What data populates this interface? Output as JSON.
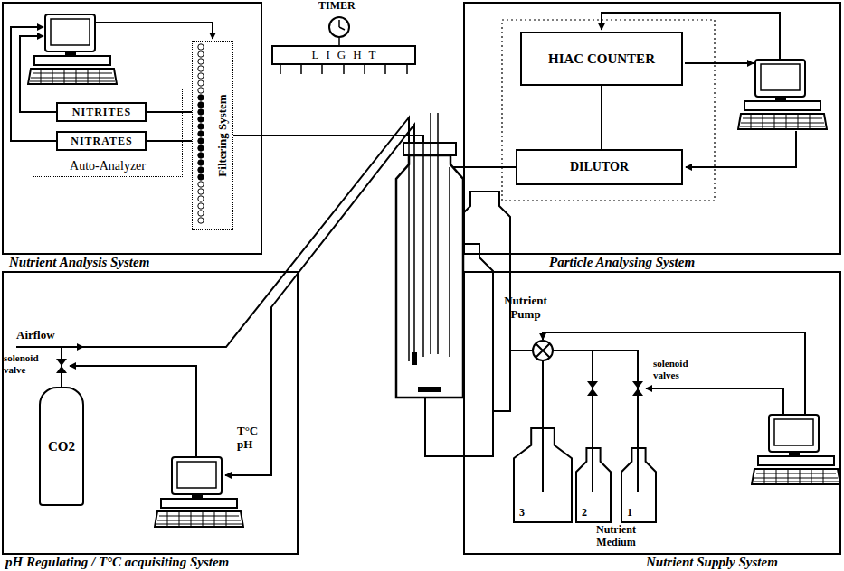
{
  "diagram": {
    "nodes": [
      {
        "text": [
          "Nutrient Analysis System"
        ]
      },
      {
        "text": [
          "Auto-Analyzer"
        ],
        "in": 0
      },
      {
        "text": [
          "NITRITES"
        ],
        "in": 1
      },
      {
        "text": [
          "NITRATES"
        ],
        "in": 1
      },
      {
        "text": [
          "Filtering System"
        ],
        "in": 0
      },
      {
        "text": [
          "LIGHT"
        ]
      },
      {
        "text": [
          "Particle Analysing System"
        ]
      },
      {
        "text": [
          "HIAC COUNTER"
        ],
        "in": 6
      },
      {
        "text": [
          "DILUTOR"
        ],
        "in": 6
      },
      {
        "text": [
          "pH Regulating / T°C acquisiting System"
        ]
      },
      {
        "text": [
          "CO2"
        ],
        "in": 9
      },
      {
        "text": [
          "Nutrient Supply System"
        ]
      },
      {
        "text": [
          "3"
        ],
        "in": 11
      },
      {
        "text": [
          "2"
        ],
        "in": 11
      },
      {
        "text": [
          "1"
        ],
        "in": 11
      }
    ],
    "edges": [
      {
        "from": 2,
        "to": 4,
        "arrow": "none"
      },
      {
        "from": 3,
        "to": 4,
        "arrow": "none"
      },
      {
        "from": 7,
        "to": 8,
        "arrow": "none"
      }
    ],
    "labels": [
      "TIMER",
      "Airflow",
      "solenoid valve",
      "T°C pH",
      "Nutrient Pump",
      "solenoid valves",
      "Nutrient Medium"
    ]
  }
}
